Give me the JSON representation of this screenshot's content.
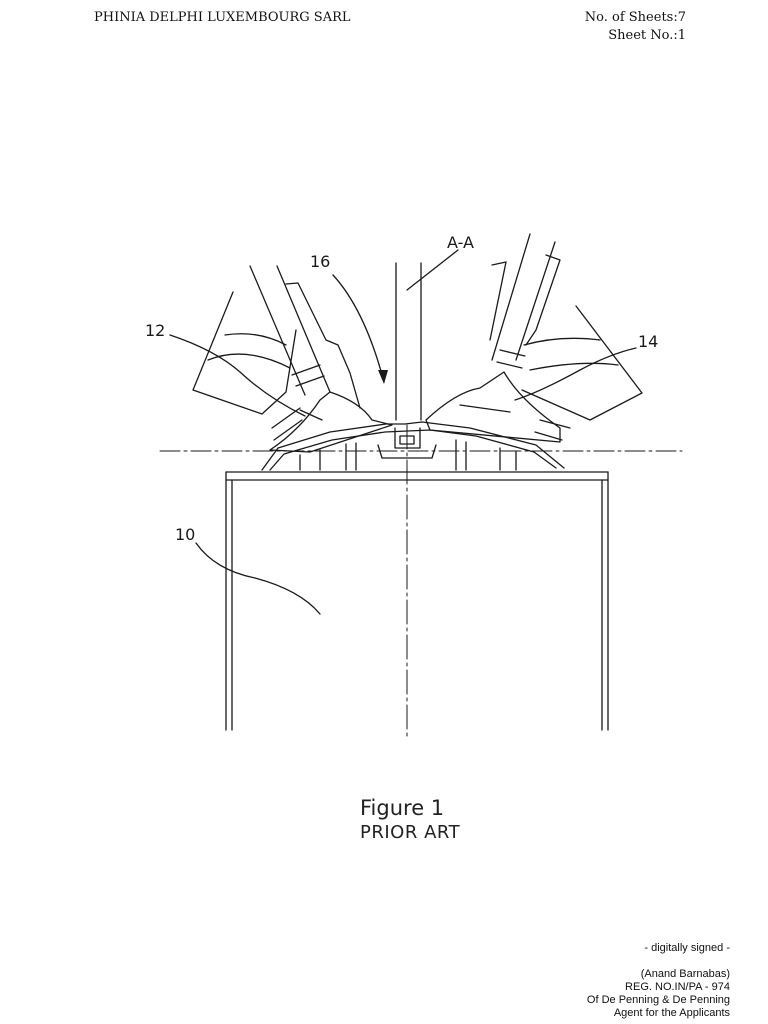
{
  "header": {
    "applicant": "PHINIA DELPHI LUXEMBOURG SARL",
    "sheets_total": "No. of Sheets:7",
    "sheet_number": "Sheet No.:1"
  },
  "figure": {
    "labels": {
      "section": "A-A",
      "ref_16": "16",
      "ref_12": "12",
      "ref_14": "14",
      "ref_10": "10"
    },
    "caption": "Figure 1",
    "subcaption": "PRIOR ART"
  },
  "signature": {
    "status": "- digitally signed -",
    "name": "(Anand Barnabas)",
    "reg": "REG. NO.IN/PA - 974",
    "firm": "Of De Penning & De Penning",
    "role": "Agent for the Applicants"
  }
}
